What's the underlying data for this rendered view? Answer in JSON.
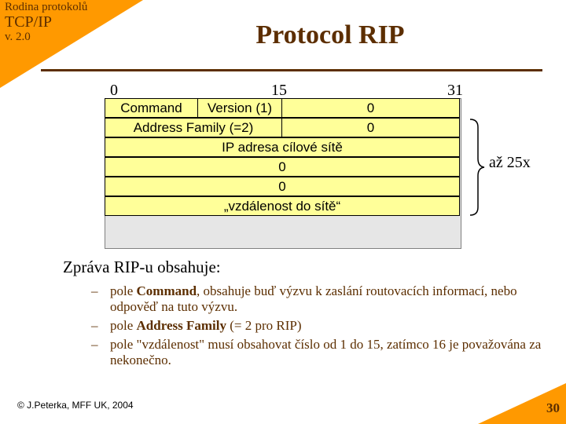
{
  "course": {
    "line1": "Rodina protokolů",
    "line2": "TCP/IP",
    "line3": "v. 2.0"
  },
  "title": "Protocol RIP",
  "diagram": {
    "bit_labels": {
      "start": "0",
      "mid": "15",
      "end": "31"
    },
    "row1": {
      "command": "Command",
      "version": "Version (1)",
      "zero": "0"
    },
    "row2": {
      "family": "Address Family (=2)",
      "zero": "0"
    },
    "row3": "IP adresa cílové sítě",
    "row4": "0",
    "row5": "0",
    "row6": "„vzdálenost do sítě“",
    "repeat_label": "až 25x"
  },
  "body": {
    "heading": "Zpráva RIP-u obsahuje:",
    "bullet_symbol": "–",
    "bullets": [
      {
        "pre": "pole ",
        "bold": "Command",
        "post": ", obsahuje buď výzvu k zaslání routovacích informací, nebo odpověď na tuto výzvu."
      },
      {
        "pre": "pole ",
        "bold": "Address Family",
        "post": " (= 2 pro RIP)"
      },
      {
        "pre": "pole \"vzdálenost\" musí obsahovat číslo od 1 do 15, zatímco 16 je považována za nekonečno.",
        "bold": "",
        "post": ""
      }
    ]
  },
  "footer": {
    "copyright": "© J.Peterka, MFF UK, 2004",
    "page": "30"
  },
  "colors": {
    "accent": "#ff9900",
    "text_brown": "#5c2e00",
    "field_fill": "#ffff99",
    "empty_fill": "#e6e6e6"
  }
}
